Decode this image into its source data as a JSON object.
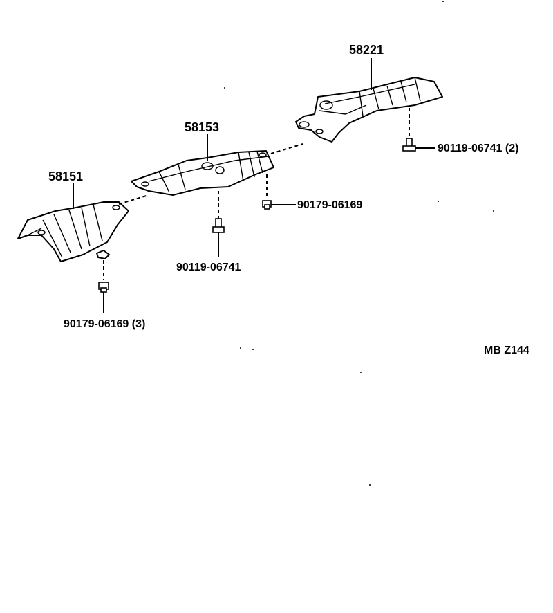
{
  "parts": {
    "p58221": "58221",
    "p58153": "58153",
    "p58151": "58151"
  },
  "fasteners": {
    "bolt_right": "90119-06741 (2)",
    "nut_mid": "90179-06169",
    "bolt_mid": "90119-06741",
    "nut_left": "90179-06169 (3)"
  },
  "code": "MB Z144"
}
